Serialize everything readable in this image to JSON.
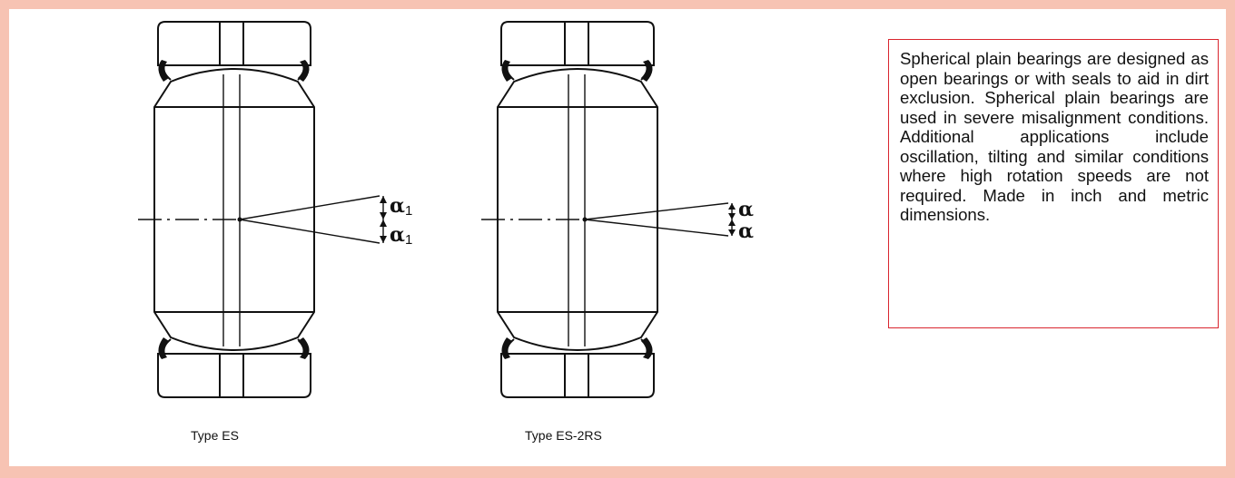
{
  "figures": [
    {
      "caption": "Type ES",
      "angle_labels": [
        {
          "symbol": "α",
          "subscript": "1"
        },
        {
          "symbol": "α",
          "subscript": "1"
        }
      ]
    },
    {
      "caption": "Type ES-2RS",
      "angle_labels": [
        {
          "symbol": "α",
          "subscript": ""
        },
        {
          "symbol": "α",
          "subscript": ""
        }
      ]
    }
  ],
  "description": "Spherical plain bearings are designed as open bearings or with seals to aid in dirt exclusion. Spherical plain bearings are used in severe misalignment conditions. Additional applications include oscillation, tilting and similar conditions where high rotation speeds are not required. Made in inch and metric dimensions.",
  "colors": {
    "frame": "#f7c3b3",
    "note_border": "#d9262f",
    "line": "#111111"
  }
}
